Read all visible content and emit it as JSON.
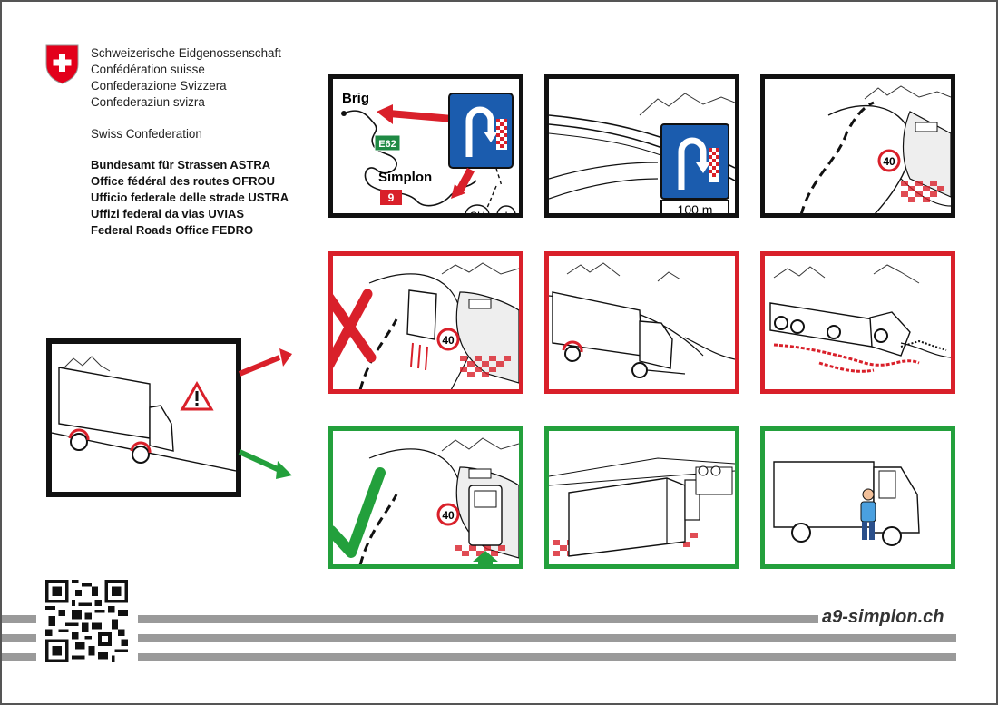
{
  "header": {
    "lines": [
      "Schweizerische Eidgenossenschaft",
      "Confédération suisse",
      "Confederazione Svizzera",
      "Confederaziun svizra"
    ],
    "swiss_confederation": "Swiss Confederation",
    "office": [
      "Bundesamt für Strassen ASTRA",
      "Office fédéral des routes OFROU",
      "Ufficio federale delle strade USTRA",
      "Uffizi federal da vias UVIAS",
      "Federal Roads Office FEDRO"
    ]
  },
  "map": {
    "brig": "Brig",
    "e62": "E62",
    "simplon": "Simplon",
    "route": "9",
    "ch": "CH",
    "it": "I"
  },
  "sign": {
    "distance": "100 m"
  },
  "speed_limit": "40",
  "footer": {
    "website": "a9-simplon.ch"
  },
  "colors": {
    "red": "#d9202a",
    "green": "#23a03c",
    "sign_blue": "#1b5cae",
    "stripe": "#9a9a9a"
  }
}
